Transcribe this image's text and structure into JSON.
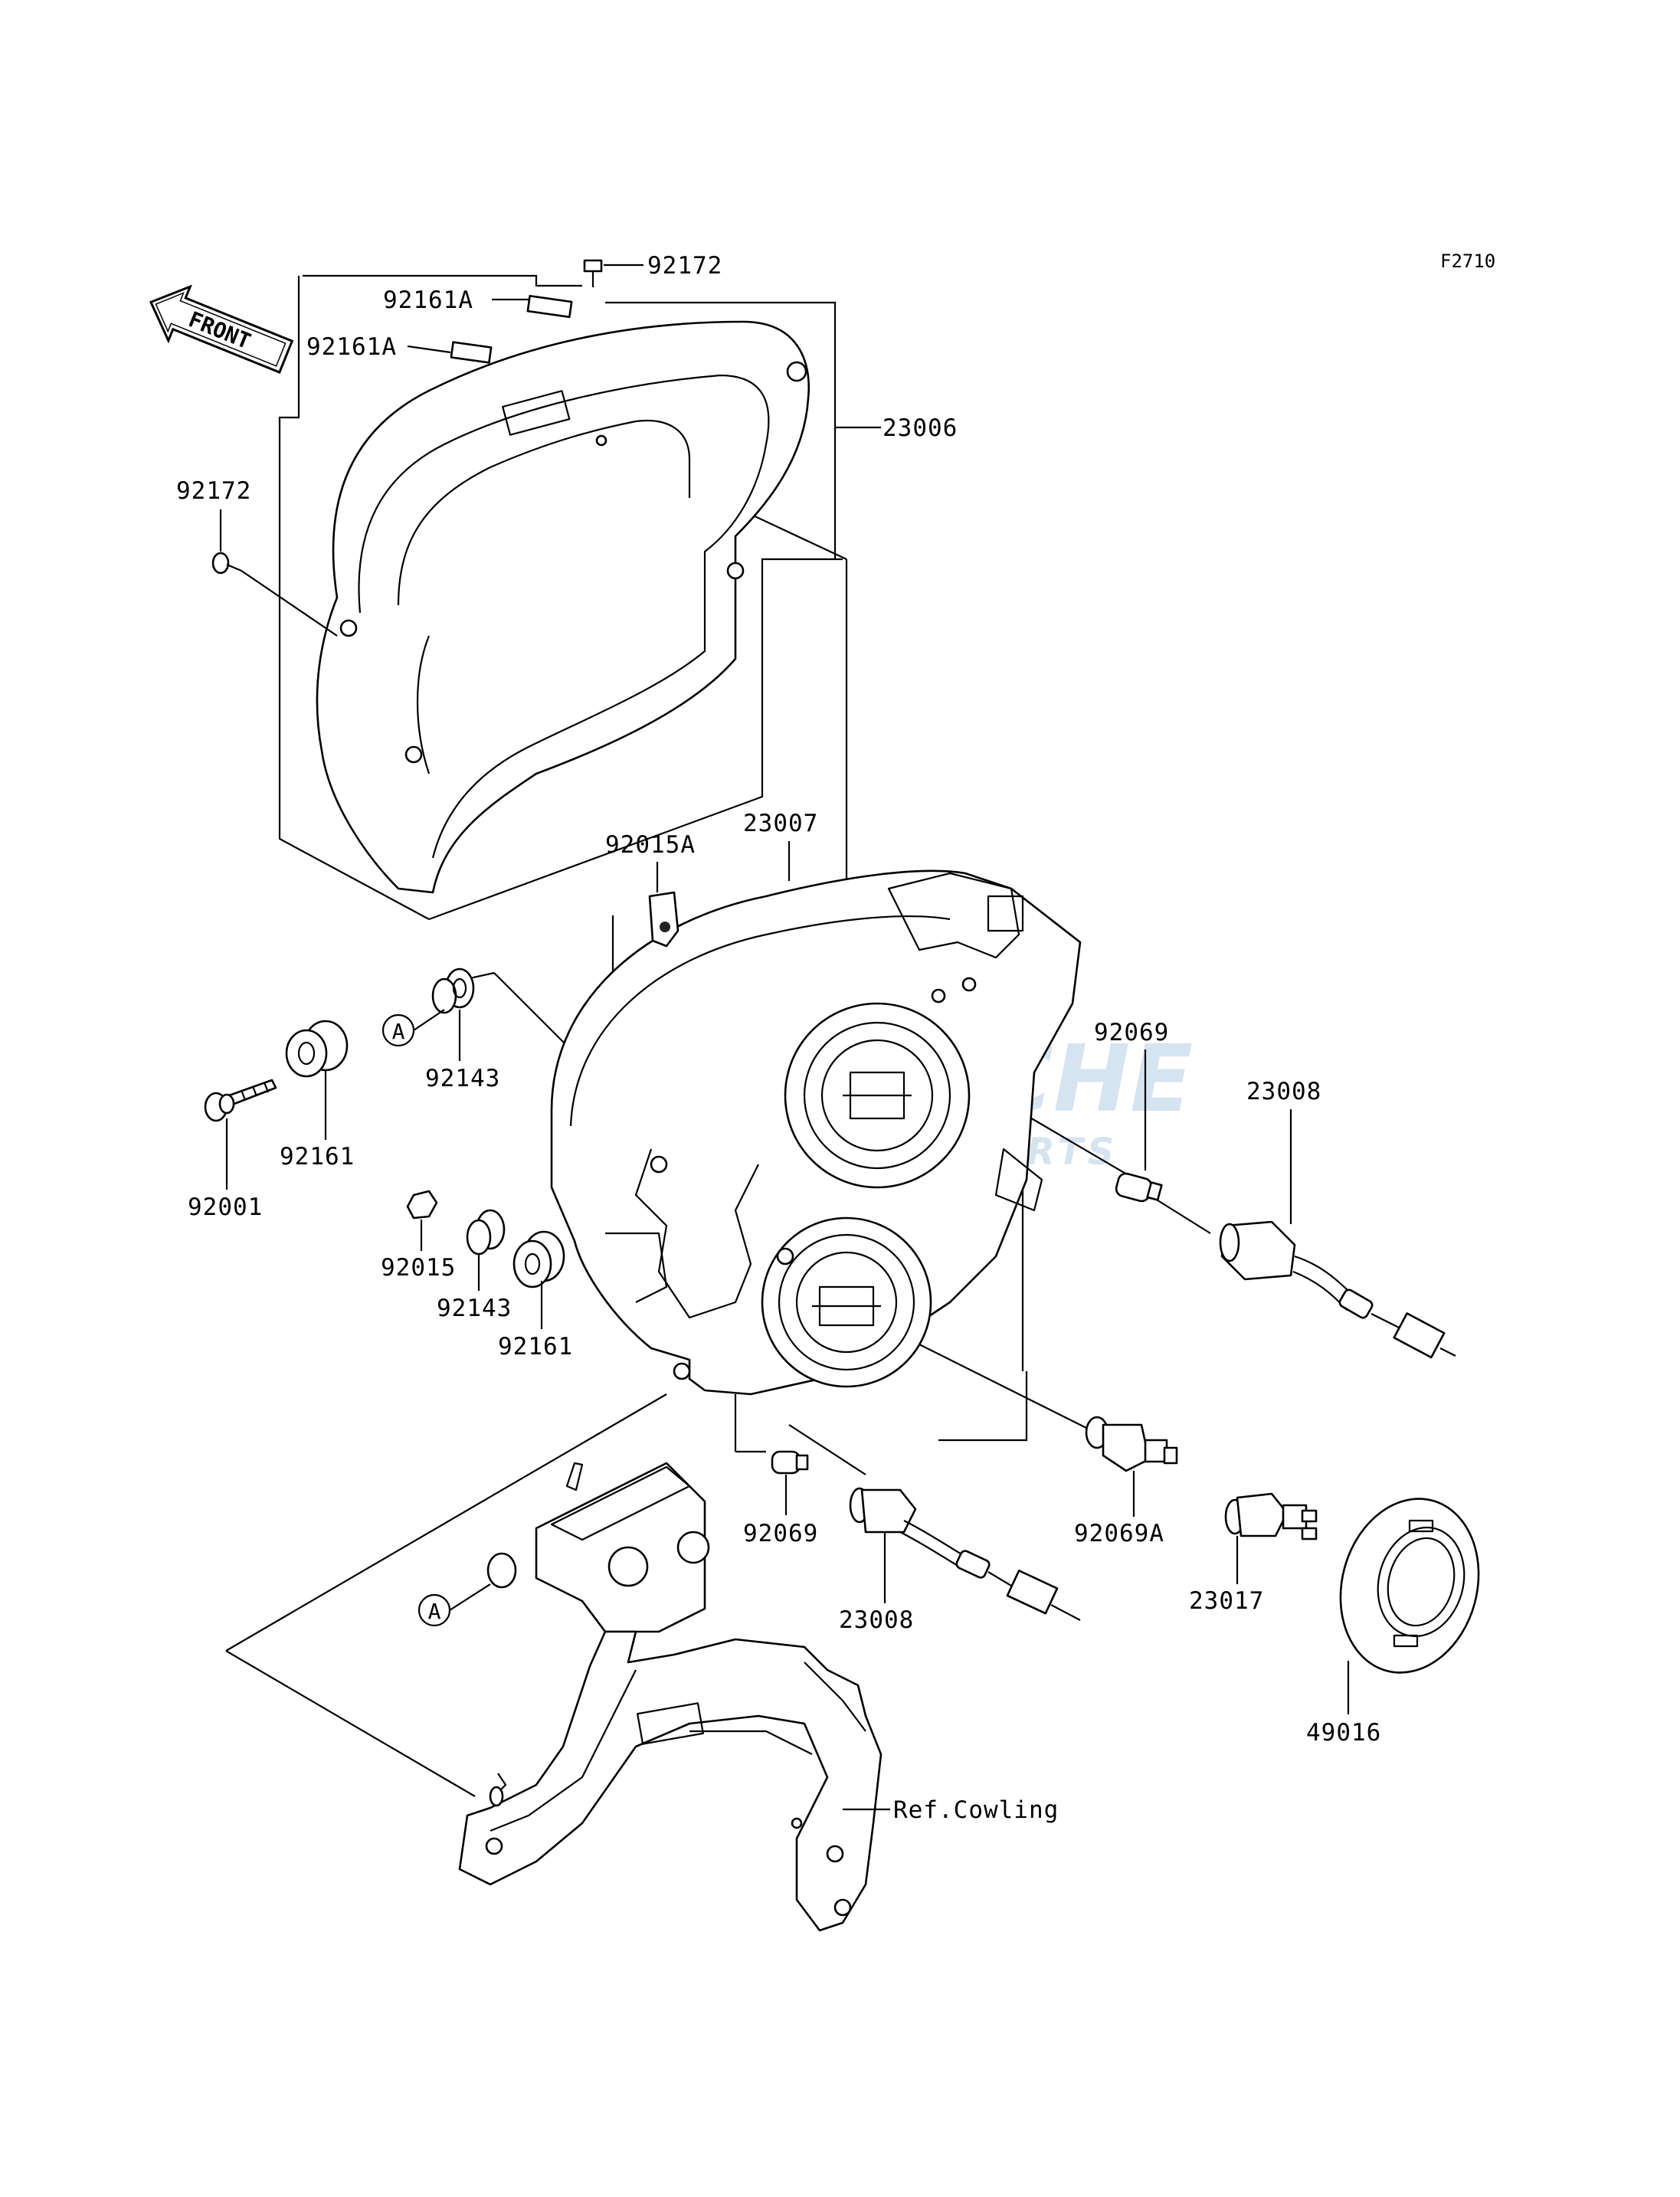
{
  "figure_code": "F2710",
  "front_arrow": {
    "text": "FRONT"
  },
  "watermark": {
    "brand": "FICHE",
    "sub": "PARTS",
    "color": "#c8dcef"
  },
  "callout_letter": "A",
  "reference_note": "Ref.Cowling",
  "parts": [
    {
      "id": "p92172_top",
      "number": "92172"
    },
    {
      "id": "p92161A_1",
      "number": "92161A"
    },
    {
      "id": "p92161A_2",
      "number": "92161A"
    },
    {
      "id": "p23006",
      "number": "23006"
    },
    {
      "id": "p92172_left",
      "number": "92172"
    },
    {
      "id": "p92015A",
      "number": "92015A"
    },
    {
      "id": "p23007",
      "number": "23007"
    },
    {
      "id": "p92143_a",
      "number": "92143"
    },
    {
      "id": "p92161_a",
      "number": "92161"
    },
    {
      "id": "p92001",
      "number": "92001"
    },
    {
      "id": "p92015",
      "number": "92015"
    },
    {
      "id": "p92143_b",
      "number": "92143"
    },
    {
      "id": "p92161_b",
      "number": "92161"
    },
    {
      "id": "p92069_top",
      "number": "92069"
    },
    {
      "id": "p23008_top",
      "number": "23008"
    },
    {
      "id": "p92069_bot",
      "number": "92069"
    },
    {
      "id": "p92069A",
      "number": "92069A"
    },
    {
      "id": "p23008_bot",
      "number": "23008"
    },
    {
      "id": "p23017",
      "number": "23017"
    },
    {
      "id": "p49016",
      "number": "49016"
    }
  ]
}
